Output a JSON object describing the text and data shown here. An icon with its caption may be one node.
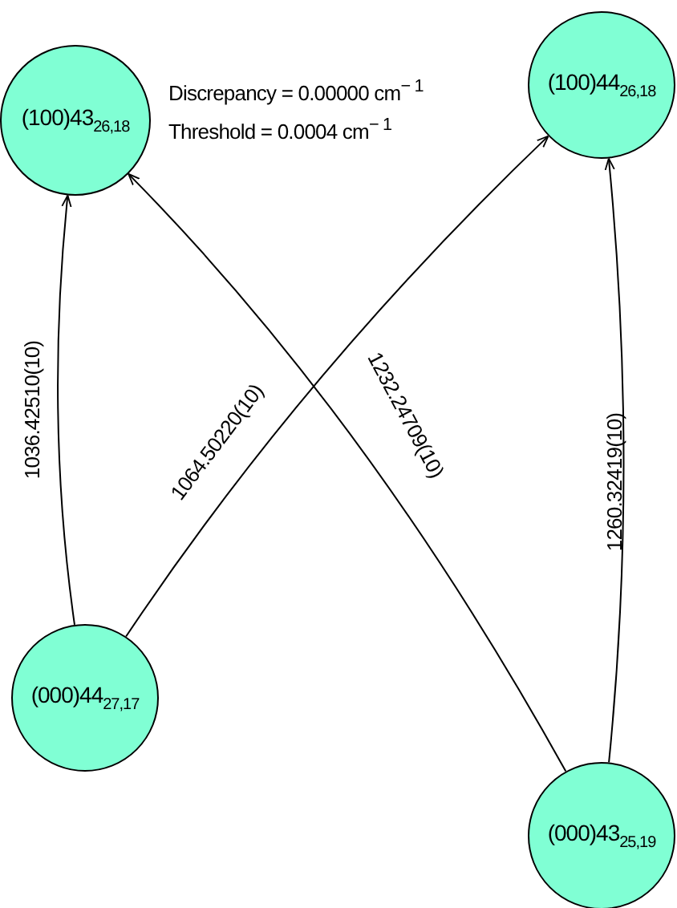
{
  "diagram": {
    "nodes": [
      {
        "text": [
          "(100)43$_{26,18}$"
        ]
      },
      {
        "text": [
          "(100)44$_{26,18}$"
        ]
      },
      {
        "text": [
          "(000)44$_{27,17}$"
        ]
      },
      {
        "text": [
          "(000)43$_{25,19}$"
        ]
      }
    ],
    "edges": [
      {
        "from": 2,
        "to": 0,
        "arrow": "to",
        "label": "1036.42510(10)"
      },
      {
        "from": 2,
        "to": 1,
        "arrow": "to",
        "label": "1064.50220(10)"
      },
      {
        "from": 3,
        "to": 0,
        "arrow": "to",
        "label": "1232.24709(10)"
      },
      {
        "from": 3,
        "to": 1,
        "arrow": "to",
        "label": "1260.32419(10)"
      }
    ],
    "labels": [
      "Discrepancy = 0.00000 cm$^{− 1}$",
      "Threshold = 0.0004 cm$^{− 1}$"
    ]
  }
}
